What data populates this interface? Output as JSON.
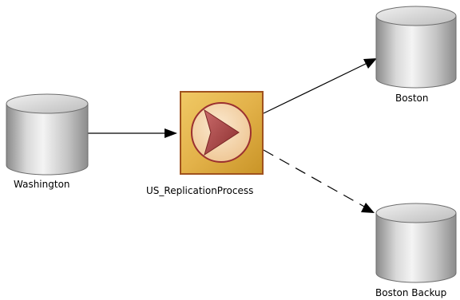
{
  "diagram": {
    "nodes": {
      "washington": {
        "label": "Washington",
        "kind": "database-cylinder"
      },
      "process": {
        "label": "US_ReplicationProcess",
        "kind": "process-box",
        "icon": "play-arrow-icon"
      },
      "boston": {
        "label": "Boston",
        "kind": "database-cylinder"
      },
      "boston_backup": {
        "label": "Boston Backup",
        "kind": "database-cylinder"
      }
    },
    "edges": [
      {
        "from": "washington",
        "to": "process",
        "style": "solid"
      },
      {
        "from": "process",
        "to": "boston",
        "style": "solid"
      },
      {
        "from": "process",
        "to": "boston_backup",
        "style": "dashed"
      }
    ],
    "colors": {
      "cylinder_light": "#f2f2f2",
      "cylinder_mid": "#c8c8c8",
      "cylinder_dark": "#7a7a7a",
      "cylinder_stroke": "#6e6e6e",
      "process_fill": "#e6b94a",
      "process_fill_dark": "#c99427",
      "process_border": "#a0521e",
      "circle_fill": "#f6d9b0",
      "circle_stroke": "#9b3030",
      "arrow_fill": "#a64545",
      "edge": "#000000"
    }
  }
}
